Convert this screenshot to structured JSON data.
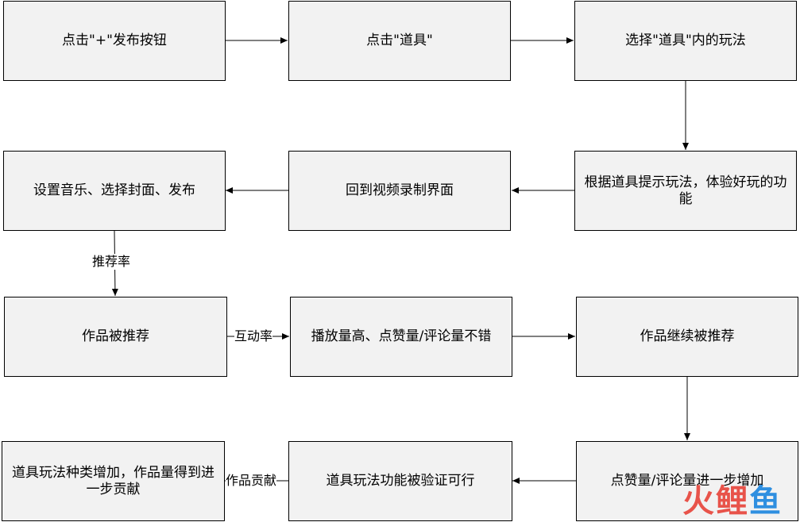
{
  "steps": [
    "点击\"+\"发布按钮",
    "点击\"道具\"",
    "选择\"道具\"内的玩法",
    "根据道具提示玩法，体验好玩的功能",
    "回到视频录制界面",
    "设置音乐、选择封面、发布",
    "作品被推荐",
    "播放量高、点赞量/评论量不错",
    "作品继续被推荐",
    "点赞量/评论量进一步增加",
    "道具玩法功能被验证可行",
    "道具玩法种类增加，作品量得到进一步贡献"
  ],
  "edge_labels": {
    "recommend_rate": "推荐率",
    "interaction_rate": "互动率",
    "work_contribution": "作品贡献"
  },
  "watermark": {
    "char1": "火",
    "char2": "鲤",
    "char3": "鱼"
  },
  "colors": {
    "box_fill": "#f2f2f2",
    "line": "#000000",
    "watermark_red": "#e8534a",
    "watermark_blue": "#2f8fe0"
  }
}
